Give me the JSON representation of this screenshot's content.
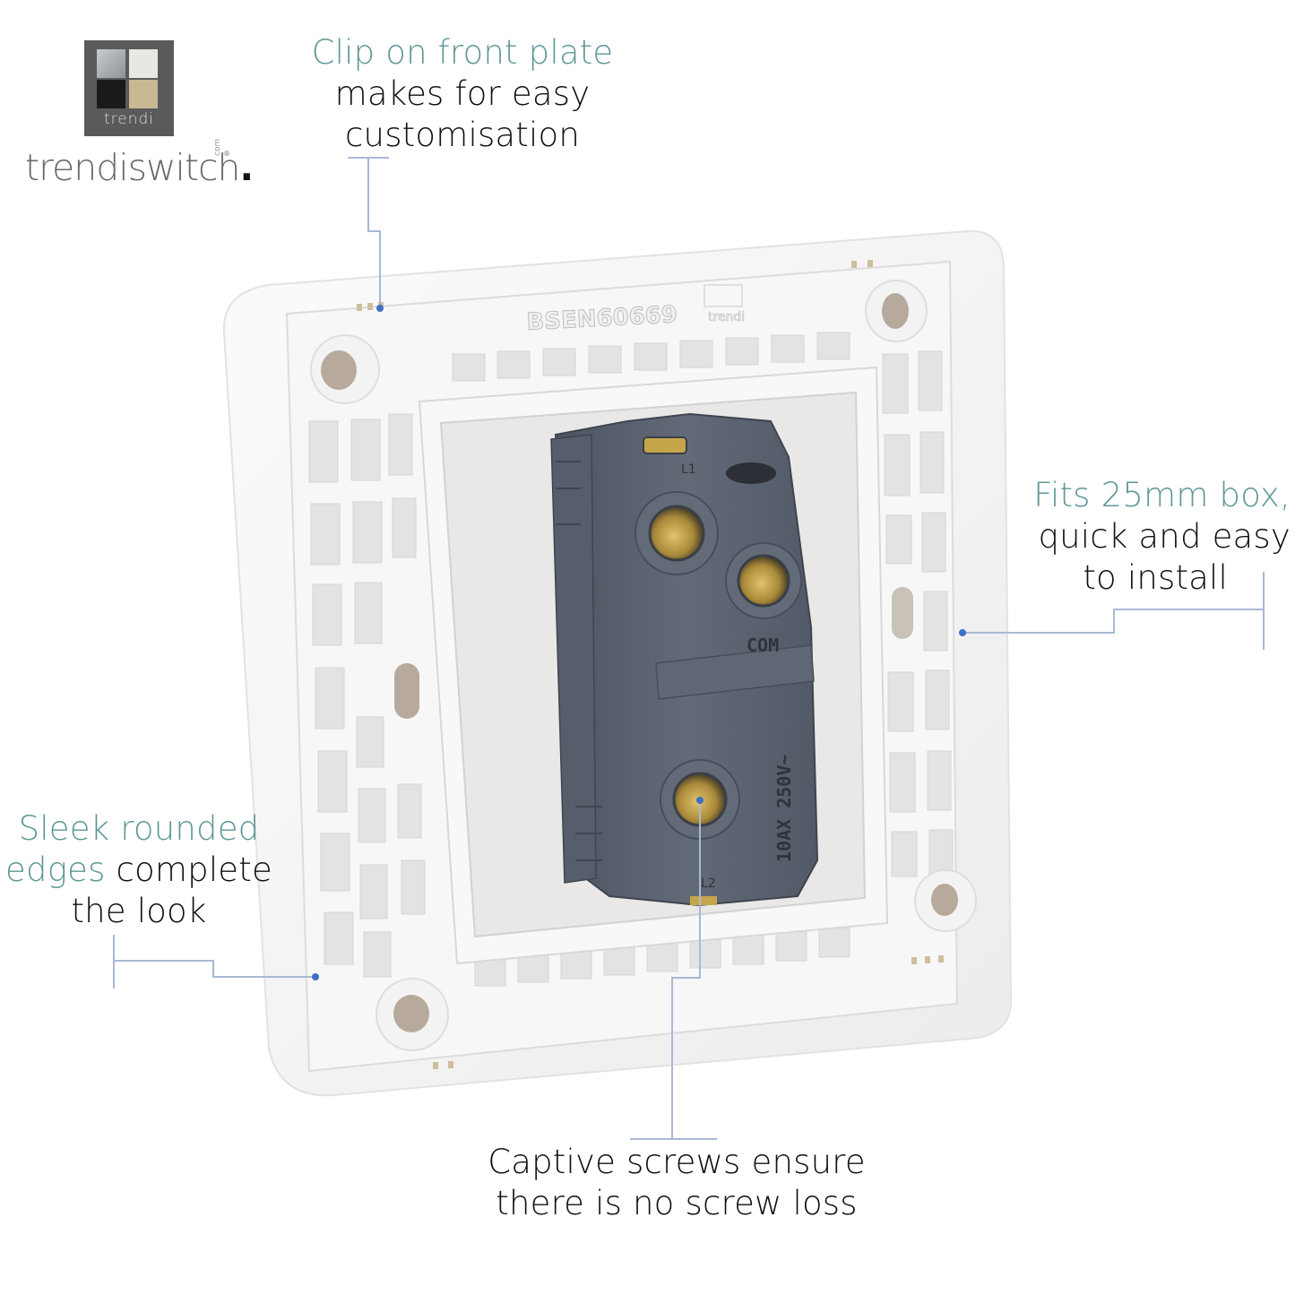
{
  "brand": {
    "logo_mark_text": "trendi",
    "wordmark": "trendiswitch",
    "wordmark_suffix": ".",
    "dotcom": "com",
    "registered": "®",
    "logo_bg": "#5a5a5c"
  },
  "callouts": {
    "top": {
      "accent_text": "Clip on front plate",
      "lines": [
        "makes for easy",
        "customisation"
      ]
    },
    "right": {
      "accent_text": "Fits 25mm box,",
      "lines": [
        "quick and easy",
        "to install"
      ]
    },
    "left": {
      "accent_text_line1": "Sleek rounded",
      "accent_text_line2": "edges",
      "rest_line2": " complete",
      "line3": "the look"
    },
    "bottom": {
      "lines": [
        "Captive screws ensure",
        "there is no screw loss"
      ]
    }
  },
  "product": {
    "plate_marking": "BSEN60669",
    "plate_logo_text": "trendi",
    "module_labels": {
      "terminal_l1": "L1",
      "terminal_com": "COM",
      "terminal_l2": "L2",
      "rating": "10AX 250V~"
    }
  },
  "colors": {
    "accent_text": "#5f9796",
    "body_text": "#111111",
    "leader_line": "#a9b8d6",
    "leader_dot": "#3f6fc6",
    "plate_white": "#f4f4f4",
    "module_grey": "#5b6270",
    "brass": "#b8963e"
  }
}
